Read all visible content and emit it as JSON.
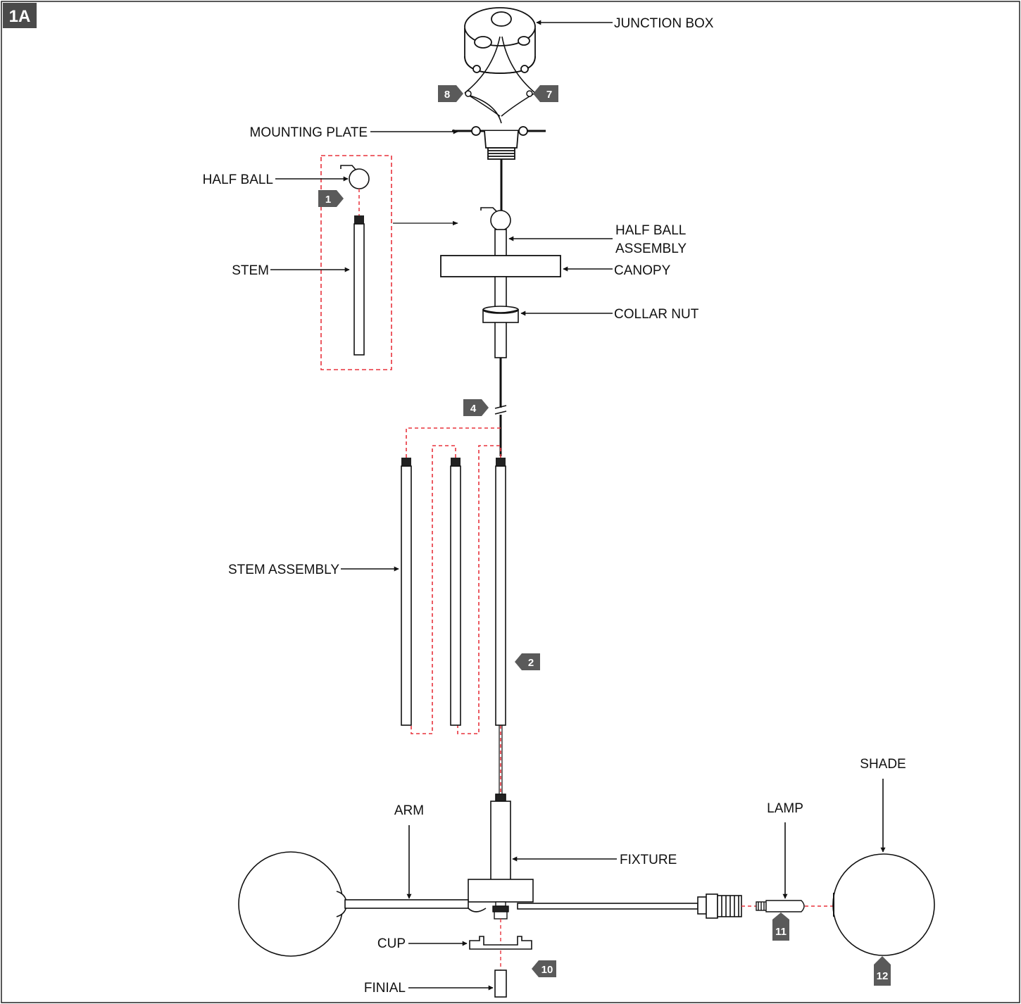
{
  "figure_id": "1A",
  "colors": {
    "line": "#111111",
    "guide": "#e8323c",
    "tag": "#5a5a5a",
    "fill": "#ffffff"
  },
  "labels": {
    "junction_box": "JUNCTION BOX",
    "mounting_plate": "MOUNTING PLATE",
    "half_ball": "HALF BALL",
    "stem": "STEM",
    "half_ball_assembly_1": "HALF BALL",
    "half_ball_assembly_2": "ASSEMBLY",
    "canopy": "CANOPY",
    "collar_nut": "COLLAR NUT",
    "stem_assembly": "STEM ASSEMBLY",
    "shade": "SHADE",
    "lamp": "LAMP",
    "arm": "ARM",
    "fixture": "FIXTURE",
    "cup": "CUP",
    "finial": "FINIAL"
  },
  "steps": {
    "s1": "1",
    "s2": "2",
    "s4": "4",
    "s7": "7",
    "s8": "8",
    "s10": "10",
    "s11": "11",
    "s12": "12"
  },
  "icons": {
    "step_marker": "step-badge-icon",
    "arrow": "arrow-icon"
  }
}
